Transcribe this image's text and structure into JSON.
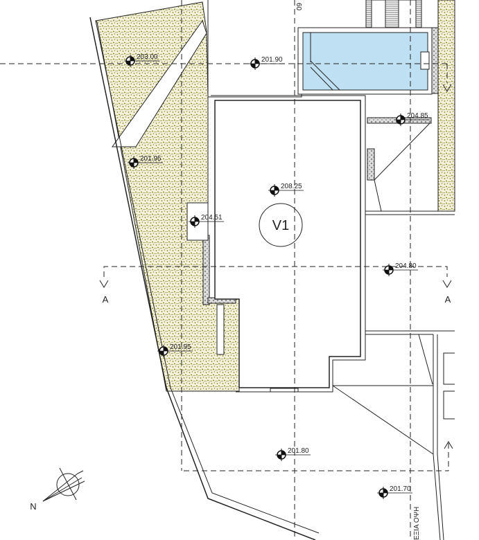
{
  "drawing": {
    "room_label": "V1",
    "section_label_left": "A",
    "section_label_right": "A",
    "north_label": "N",
    "top_dimension": "60",
    "side_label": "ΕΞΙΑ ΟΨΗ",
    "elevations": [
      "203.00",
      "201.90",
      "204.85",
      "201.95",
      "208.25",
      "204.51",
      "204.80",
      "201.95",
      "201.80",
      "201.70"
    ]
  },
  "colors": {
    "greenery": "#7f7f1f",
    "pool": "#bfe0f2",
    "line": "#222222"
  }
}
